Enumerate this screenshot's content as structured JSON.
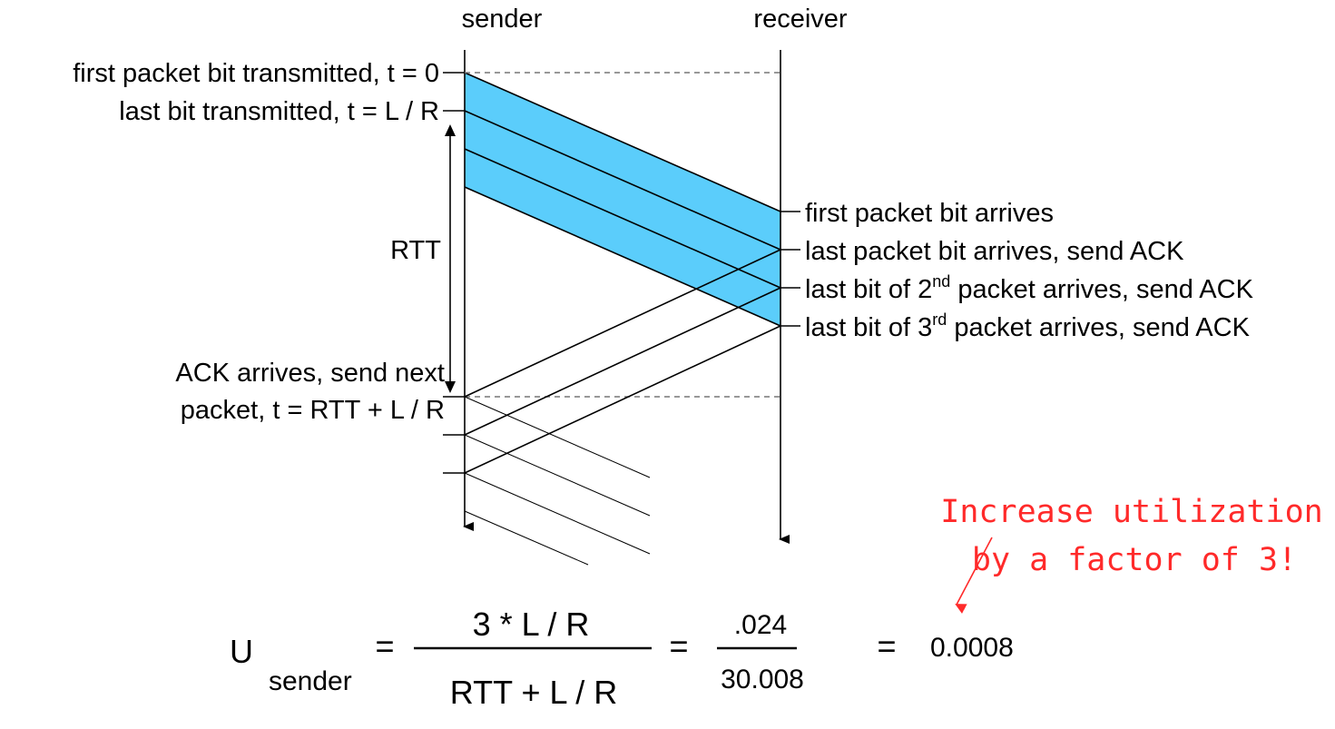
{
  "headers": {
    "sender": "sender",
    "receiver": "receiver"
  },
  "left_labels": {
    "first_bit": "first packet bit transmitted, t = 0",
    "last_bit": "last bit transmitted, t = L / R",
    "rtt": "RTT",
    "ack_line1": "ACK arrives, send next",
    "ack_line2": "packet, t = RTT + L / R"
  },
  "right_labels": {
    "first_arrives": "first packet bit arrives",
    "last_arrives": "last packet bit arrives, send ACK",
    "second_prefix": "last bit of 2",
    "second_sup": "nd",
    "second_suffix": " packet arrives, send ACK",
    "third_prefix": "last bit of 3",
    "third_sup": "rd",
    "third_suffix": " packet arrives, send ACK"
  },
  "annotation": {
    "line1": "Increase utilization",
    "line2": "by a factor of 3!"
  },
  "formula": {
    "u": "U",
    "subscript": "sender",
    "eq1": "=",
    "numerator": "3 * L / R",
    "denominator": "RTT + L / R",
    "eq2": "=",
    "num2": ".024",
    "den2": "30.008",
    "eq3": "=",
    "result": "0.0008"
  },
  "colors": {
    "packet_fill": "#5bcdfb",
    "annotation": "#ff2a2a"
  }
}
